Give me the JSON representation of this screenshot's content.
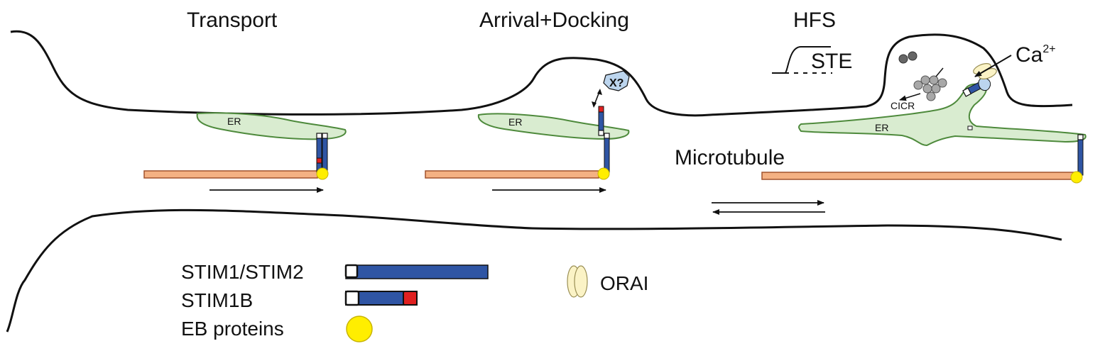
{
  "titles": {
    "transport": "Transport",
    "arrival": "Arrival+Docking",
    "hfs": "HFS"
  },
  "labels": {
    "ste": "STE",
    "microtubule": "Microtubule",
    "ca": "Ca",
    "ca_superscript": "2+",
    "cicr": "CICR",
    "er": "ER",
    "unknown_partner": "X?"
  },
  "legend": {
    "stim1_stim2": "STIM1/STIM2",
    "stim1b": "STIM1B",
    "eb_proteins": "EB proteins",
    "orai": "ORAI"
  },
  "colors": {
    "er_fill": "#d9ecd0",
    "er_stroke": "#4e8a3c",
    "microtubule_fill": "#f4b183",
    "microtubule_stroke": "#a0522d",
    "stim_blue": "#2f55a4",
    "stim_tip_red": "#e02020",
    "eb_yellow": "#ffee00",
    "orai_fill": "#fbf3c6",
    "vesicle_grey": "#a8a8a8",
    "partner_blue": "#bcd5ee"
  }
}
